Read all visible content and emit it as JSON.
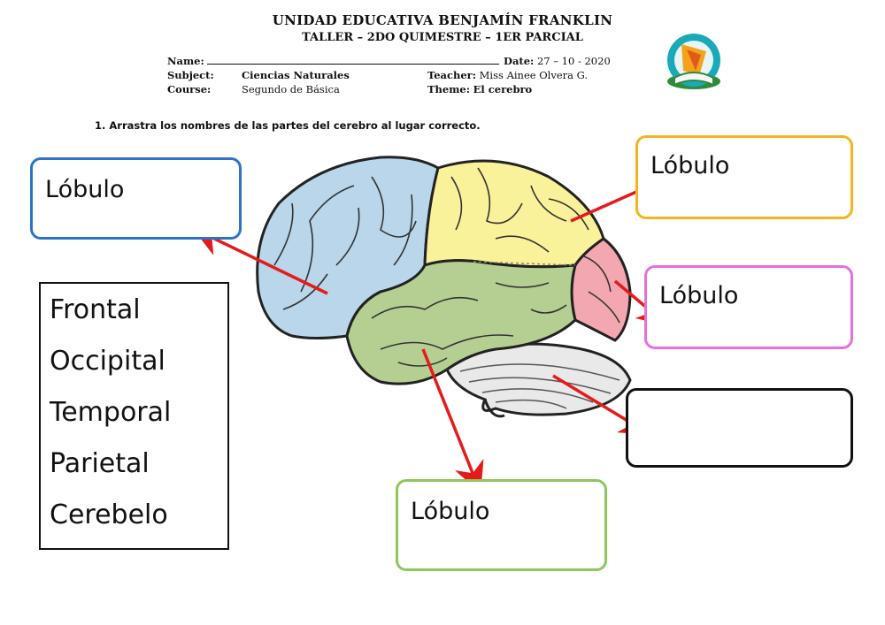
{
  "header": {
    "school": "UNIDAD EDUCATIVA BENJAMÍN FRANKLIN",
    "workshop": "TALLER – 2DO  QUIMESTRE – 1ER  PARCIAL"
  },
  "info": {
    "name_label": "Name:",
    "date_label": "Date:",
    "date_value": "27  – 10 - 2020",
    "subject_label": "Subject:",
    "subject_value": "Ciencias Naturales",
    "teacher_label": "Teacher:",
    "teacher_value": "Miss Ainee Olvera G.",
    "course_label": "Course:",
    "course_value": "Segundo de Básica",
    "theme_label": "Theme:",
    "theme_value": "El cerebro"
  },
  "instruction": "1.  Arrastra los nombres de las partes del cerebro al lugar correcto.",
  "answer_boxes": [
    {
      "text": "Lóbulo",
      "color": "#2b73c9"
    },
    {
      "text": "Lóbulo",
      "color": "#f5b41f"
    },
    {
      "text": "Lóbulo",
      "color": "#e86fd9"
    },
    {
      "text": "",
      "color": "#111111"
    },
    {
      "text": "Lóbulo",
      "color": "#8bc95a"
    }
  ],
  "word_bank": [
    "Frontal",
    "Occipital",
    "Temporal",
    "Parietal",
    "Cerebelo"
  ],
  "colors": {
    "frontal": "#b9d6ea",
    "parietal": "#faf29a",
    "temporal": "#b5cf93",
    "occipital": "#f3a7b0",
    "cerebellum": "#e9e9e9",
    "arrow": "#e51b1b"
  }
}
